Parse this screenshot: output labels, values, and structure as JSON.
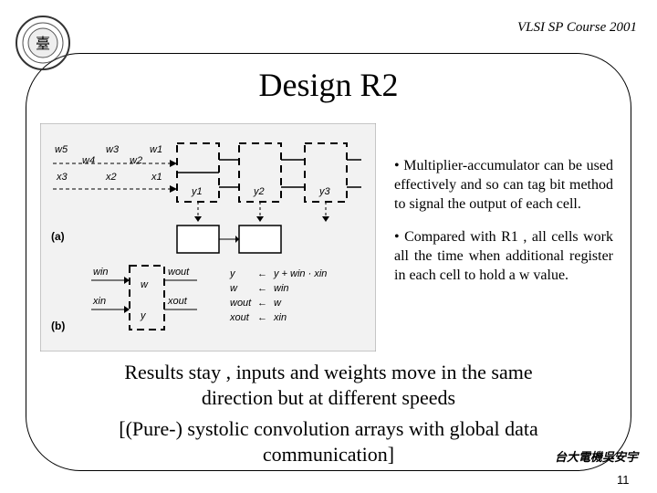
{
  "header": {
    "course": "VLSI SP Course 2001",
    "seal_char": "臺"
  },
  "slide": {
    "title": "Design R2",
    "bullets": [
      "• Multiplier-accumulator can be used effectively and so can tag bit method to signal the output of each cell.",
      "• Compared with R1 , all cells work all the time when additional register in each cell to hold a w value."
    ],
    "results": "Results stay , inputs and weights move in the same direction but at different speeds",
    "systolic": "[(Pure-) systolic convolution arrays with global data communication]",
    "author": "台大電機吳安宇",
    "page_number": "11"
  },
  "figure": {
    "weights_top": [
      "w5",
      "w3",
      "w1"
    ],
    "weights_bottom": [
      "w4",
      "w2"
    ],
    "inputs": [
      "x3",
      "x2",
      "x1"
    ],
    "outputs": [
      "y1",
      "y2",
      "y3"
    ],
    "label_a": "(a)",
    "label_b": "(b)",
    "cell_ports": {
      "w_in": "win",
      "x_in": "xin",
      "w_out": "wout",
      "x_out": "xout",
      "w_reg": "w",
      "y_reg": "y"
    },
    "equations": [
      {
        "lhs": "y",
        "op": "←",
        "rhs": "y + win · xin"
      },
      {
        "lhs": "w",
        "op": "←",
        "rhs": "win"
      },
      {
        "lhs": "wout",
        "op": "←",
        "rhs": "w"
      },
      {
        "lhs": "xout",
        "op": "←",
        "rhs": "xin"
      }
    ]
  }
}
